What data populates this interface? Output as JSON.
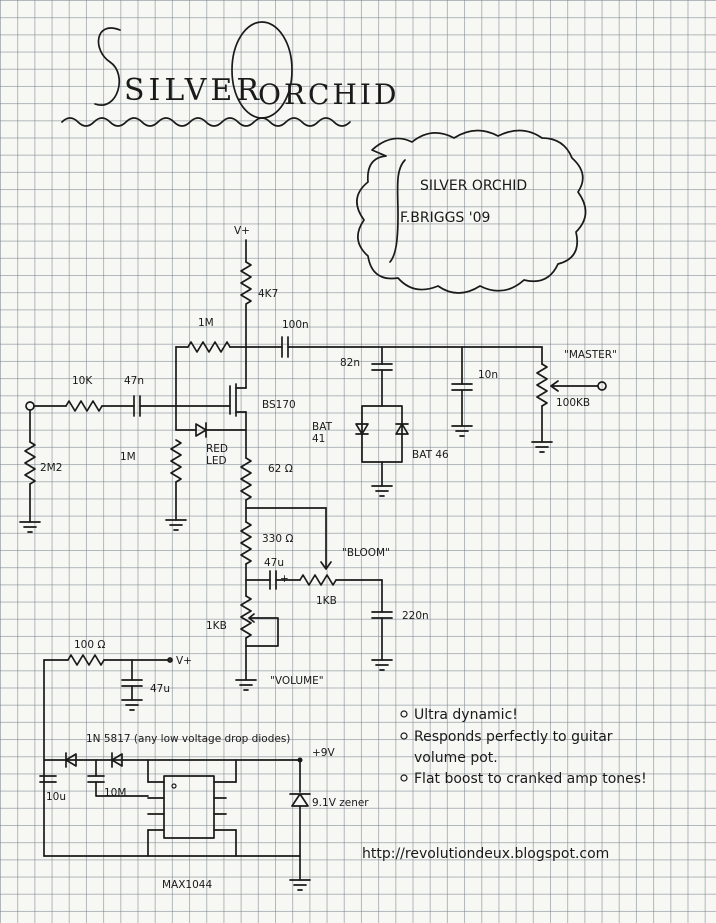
{
  "title": {
    "word1": "SILVER",
    "word2": "ORCHID"
  },
  "badge": {
    "line1": "SILVER ORCHID",
    "line2": "F.BRIGGS '09"
  },
  "supply_top": "V+",
  "labels": {
    "r_drain": "4K7",
    "r_gate_bias": "1M",
    "c_coupling_out": "100n",
    "r_input": "10K",
    "c_input": "47n",
    "r_pulldown": "2M2",
    "r_gate_ground": "1M",
    "mosfet": "BS170",
    "led": "RED\nLED",
    "c_tone1": "82n",
    "c_tone2": "10n",
    "diode1": "BAT\n41",
    "diode2": "BAT 46",
    "master_name": "\"MASTER\"",
    "master_value": "100KB",
    "r_source": "62 Ω",
    "r_330": "330 Ω",
    "c_47u": "47u",
    "bloom_name": "\"BLOOM\"",
    "bloom_value": "1KB",
    "c_220n": "220n",
    "pot_1kb": "1KB",
    "volume_name": "\"VOLUME\"",
    "r_supply": "100 Ω",
    "supply_vplus": "V+",
    "c_supply": "47u",
    "diodes_note": "1N 5817  (any low voltage drop diodes)",
    "supply_9v": "+9V",
    "c_10u_a": "10u",
    "c_10u_b": "10M",
    "zener": "9.1V zener",
    "chip": "MAX1044"
  },
  "notes": [
    "Ultra dynamic!",
    "Responds perfectly to guitar",
    "volume pot.",
    "Flat boost to cranked amp tones!"
  ],
  "url": "http://revolutiondeux.blogspot.com"
}
